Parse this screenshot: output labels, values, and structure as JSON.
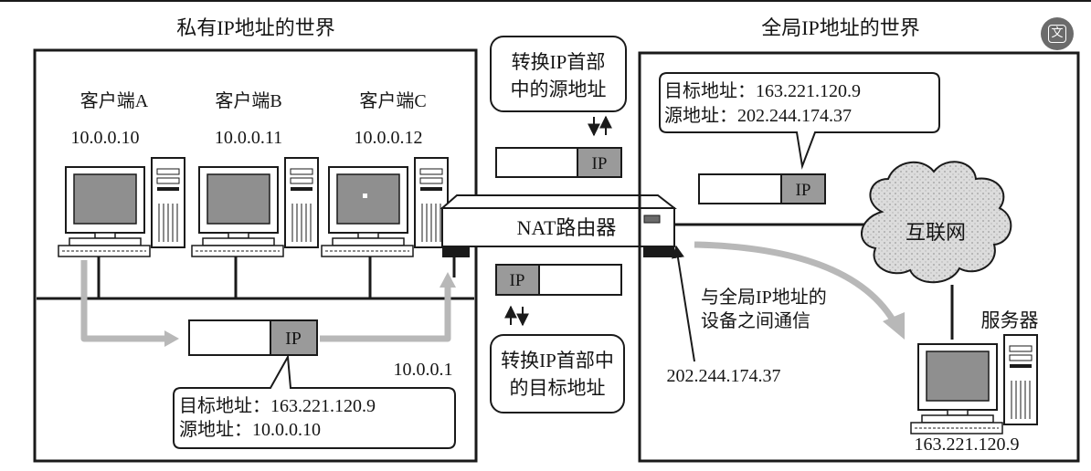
{
  "private_world": {
    "title": "私有IP地址的世界",
    "clients": [
      {
        "label": "客户端A",
        "ip": "10.0.0.10"
      },
      {
        "label": "客户端B",
        "ip": "10.0.0.11"
      },
      {
        "label": "客户端C",
        "ip": "10.0.0.12"
      }
    ],
    "packet_label": "IP",
    "callout_dest": "目标地址：163.221.120.9",
    "callout_src": "源地址：10.0.0.10",
    "router_lan_ip": "10.0.0.1"
  },
  "global_world": {
    "title": "全局IP地址的世界",
    "packet_label": "IP",
    "callout_dest": "目标地址：163.221.120.9",
    "callout_src": "源地址：202.244.174.37",
    "internet_label": "互联网",
    "server_label": "服务器",
    "server_ip": "163.221.120.9",
    "router_wan_ip": "202.244.174.37",
    "comm_note_line1": "与全局IP地址的",
    "comm_note_line2": "设备之间通信"
  },
  "router": {
    "label": "NAT路由器",
    "top_note_line1": "转换IP首部",
    "top_note_line2": "中的源地址",
    "bottom_note_line1": "转换IP首部中",
    "bottom_note_line2": "的目标地址",
    "top_packet_label": "IP",
    "bottom_packet_label": "IP"
  },
  "translate_icon": "translate-icon",
  "colors": {
    "line": "#1a1a1a",
    "arrow_gray": "#b8b8b8",
    "packet_fill": "#9a9a9a",
    "screen_fill": "#8f8f8f",
    "badge_bg": "#6b6b6b"
  }
}
